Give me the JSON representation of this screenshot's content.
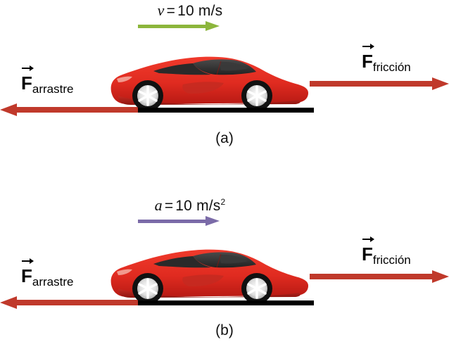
{
  "figure": {
    "background_color": "#ffffff",
    "panels": [
      {
        "id": "a",
        "caption": "(a)",
        "motion": {
          "symbol": "v",
          "equals": "=",
          "value": "10 m/s",
          "exponent": "",
          "arrow_color": "#8CB63C",
          "arrow_direction": "right",
          "arrow_name": "velocity-arrow"
        },
        "forces": [
          {
            "name": "friction-force",
            "symbol": "F",
            "subscript": "fricción",
            "direction": "right",
            "color": "#C0392B"
          },
          {
            "name": "drag-force",
            "symbol": "F",
            "subscript": "arrastre",
            "direction": "left",
            "color": "#C0392B"
          }
        ],
        "object": {
          "name": "red-sports-car",
          "facing": "right",
          "body_color": "#E02B20"
        },
        "ground": {
          "name": "road-surface",
          "color": "#000000"
        }
      },
      {
        "id": "b",
        "caption": "(b)",
        "motion": {
          "symbol": "a",
          "equals": "=",
          "value": "10 m/s",
          "exponent": "2",
          "arrow_color": "#7B6BA8",
          "arrow_direction": "right",
          "arrow_name": "acceleration-arrow"
        },
        "forces": [
          {
            "name": "friction-force",
            "symbol": "F",
            "subscript": "fricción",
            "direction": "right",
            "color": "#C0392B"
          },
          {
            "name": "drag-force",
            "symbol": "F",
            "subscript": "arrastre",
            "direction": "left",
            "color": "#C0392B"
          }
        ],
        "object": {
          "name": "red-sports-car",
          "facing": "right",
          "body_color": "#E02B20"
        },
        "ground": {
          "name": "road-surface",
          "color": "#000000"
        }
      }
    ]
  }
}
